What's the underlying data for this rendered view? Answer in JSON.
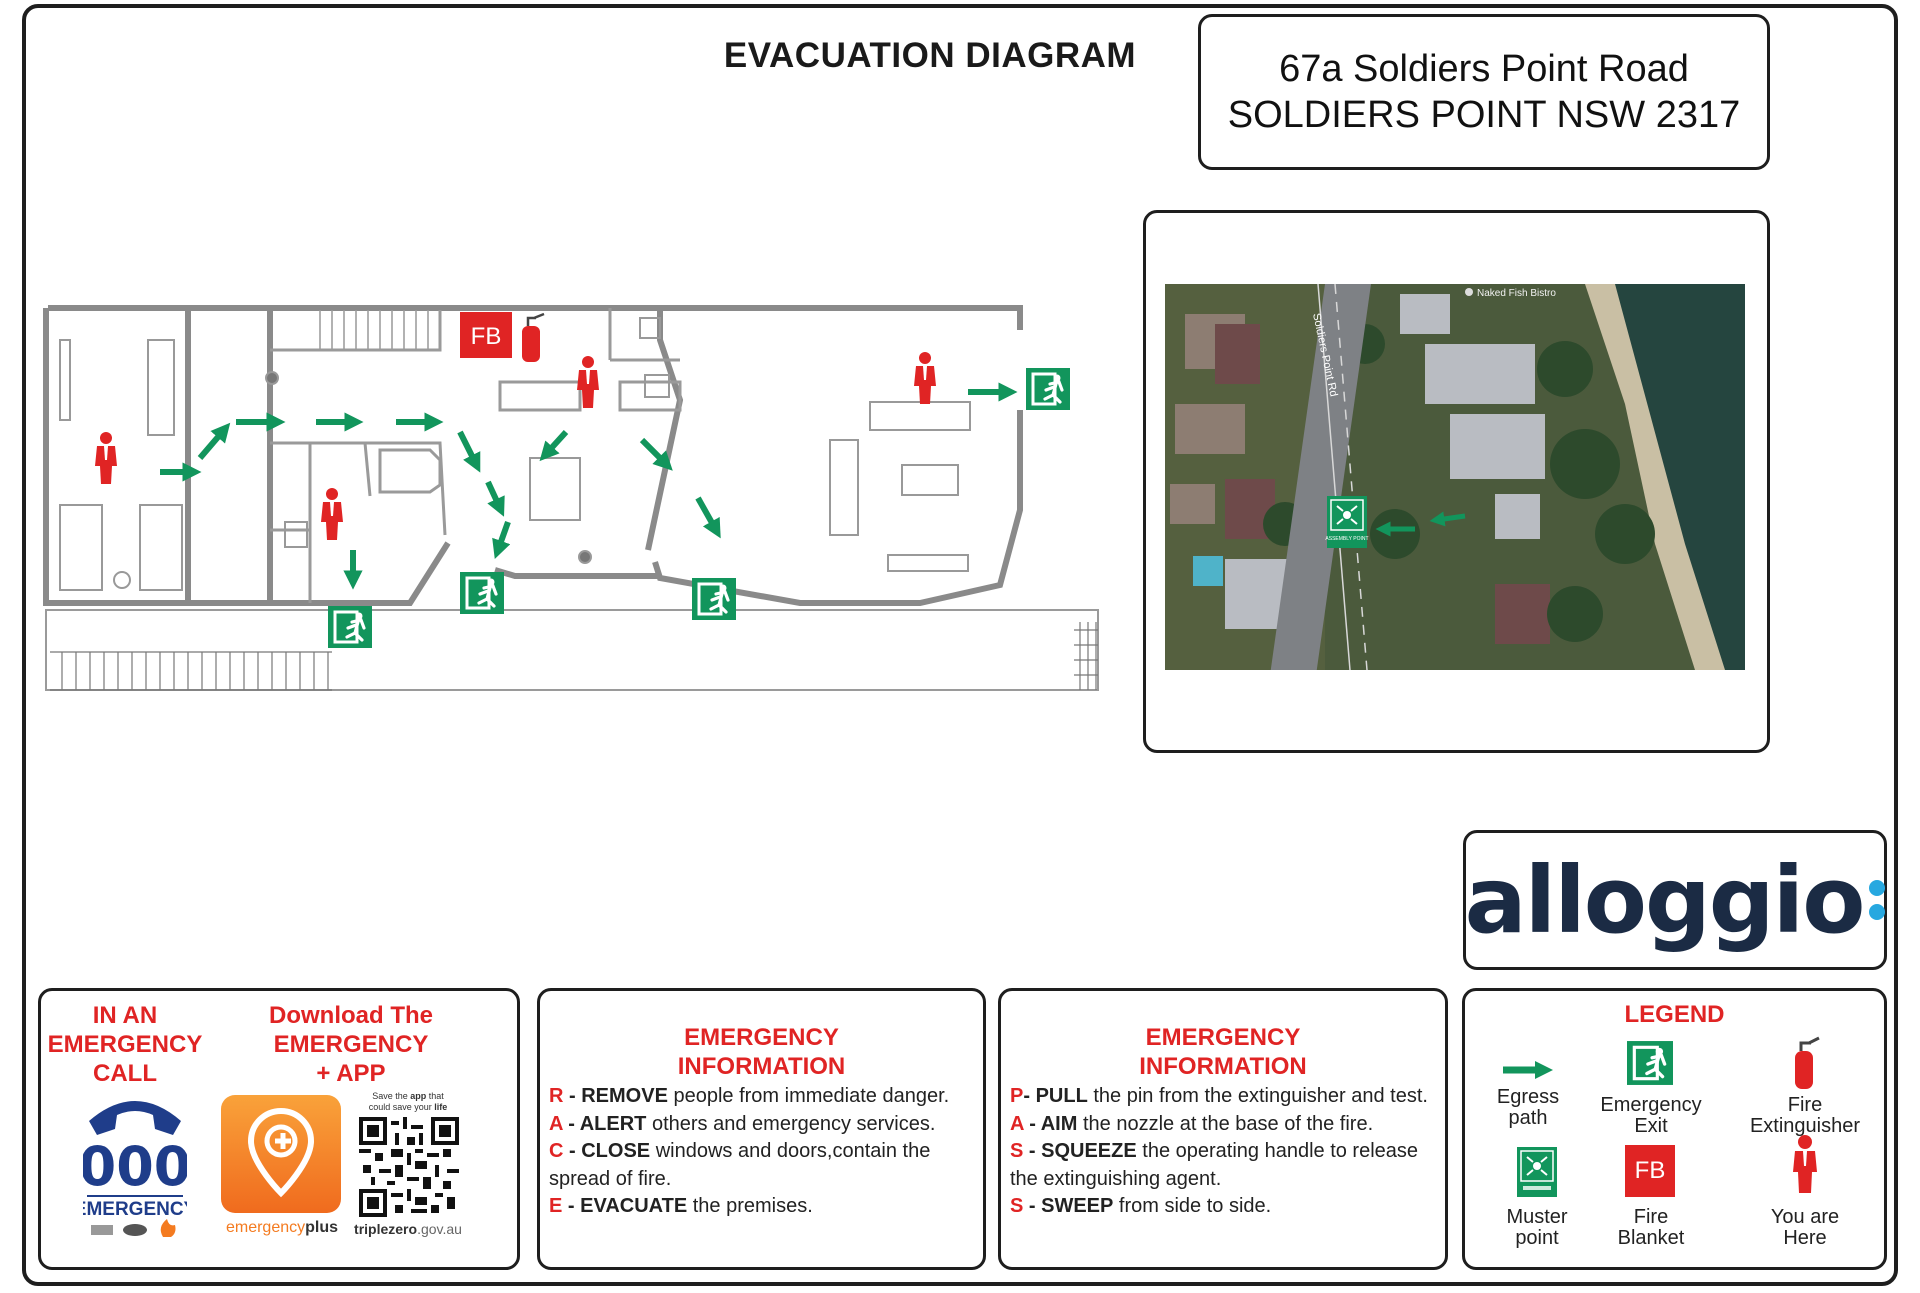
{
  "title": "EVACUATION DIAGRAM",
  "address": {
    "line1": "67a Soldiers Point Road",
    "line2": "SOLDIERS POINT NSW 2317"
  },
  "map": {
    "road_label": "Soldiers Point Rd",
    "poi_label": "Naked Fish Bistro",
    "muster_label": "ASSEMBLY POINT"
  },
  "floorplan": {
    "fire_blanket_label": "FB"
  },
  "logo": {
    "text": "alloggio"
  },
  "emergency_call": {
    "heading_lines": [
      "IN AN",
      "EMERGENCY",
      "CALL"
    ],
    "number": "000",
    "number_caption": "EMERGENCY"
  },
  "app": {
    "heading_lines": [
      "Download The",
      "EMERGENCY",
      "+ APP"
    ],
    "app_name_a": "emergency",
    "app_name_b": "plus",
    "qr_caption_a": "Save the ",
    "qr_caption_b": "app",
    "qr_caption_c": " that",
    "qr_caption_d": "could save your ",
    "qr_caption_e": "life",
    "site_a": "triplezero",
    "site_b": ".gov.au"
  },
  "info_race": {
    "heading_lines": [
      "EMERGENCY",
      "INFORMATION"
    ],
    "items": [
      {
        "key": "R",
        "sep": " - ",
        "action": "REMOVE",
        "text": " people from immediate danger."
      },
      {
        "key": "A",
        "sep": " - ",
        "action": "ALERT",
        "text": " others and emergency services."
      },
      {
        "key": "C",
        "sep": " - ",
        "action": "CLOSE",
        "text": " windows and doors,contain the spread of fire."
      },
      {
        "key": "E",
        "sep": " - ",
        "action": "EVACUATE",
        "text": " the premises."
      }
    ]
  },
  "info_pass": {
    "heading_lines": [
      "EMERGENCY",
      "INFORMATION"
    ],
    "items": [
      {
        "key": "P",
        "sep": "- ",
        "action": "PULL",
        "text": " the pin from the extinguisher and test."
      },
      {
        "key": "A",
        "sep": " - ",
        "action": "AIM",
        "text": " the nozzle at the base of the fire."
      },
      {
        "key": "S",
        "sep": " - ",
        "action": "SQUEEZE",
        "text": " the operating handle to release the extinguishing agent."
      },
      {
        "key": "S",
        "sep": " - ",
        "action": "SWEEP",
        "text": " from side to side."
      }
    ]
  },
  "legend": {
    "heading": "LEGEND",
    "egress": [
      "Egress",
      "path"
    ],
    "exit": [
      "Emergency",
      "Exit"
    ],
    "extinguisher": [
      "Fire",
      "Extinguisher"
    ],
    "muster": [
      "Muster",
      "point"
    ],
    "blanket": [
      "Fire",
      "Blanket"
    ],
    "blanket_icon_label": "FB",
    "here": [
      "You are",
      "Here"
    ]
  },
  "colors": {
    "egress_green": "#12955c",
    "alert_red": "#e02424",
    "logo_navy": "#1b2b44",
    "logo_blue": "#27a8e0",
    "phone_blue": "#1f3d8a",
    "app_orange": "#f47b20"
  }
}
